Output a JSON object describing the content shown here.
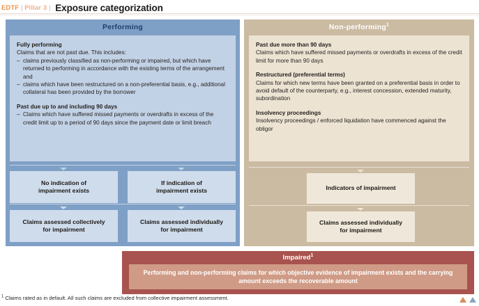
{
  "header": {
    "kicker_edtf": "EDTF",
    "kicker_sep1": " | ",
    "kicker_pillar": "Pillar 3",
    "kicker_sep2": " | ",
    "title": "Exposure categorization"
  },
  "panels": {
    "performing": {
      "title": "Performing",
      "color": "#7fa0c6",
      "body_color": "#c2d2e6",
      "sections": [
        {
          "heading": "Fully performing",
          "intro": "Claims that are not past due. This includes:",
          "bullets": [
            "claims previously classified as non-performing or impaired, but which have returned to performing in accordance with the existing terms of the arrangement and",
            "claims which have been restructured on a non-preferential basis, e.g., additional collateral has been provided by the borrower"
          ]
        },
        {
          "heading": "Past due up to and including 90 days",
          "intro": "",
          "bullets": [
            "Claims which have suffered missed payments or overdrafts in excess of the credit limit up to a period of 90 days since the payment date or limit breach"
          ]
        }
      ],
      "flow": {
        "row1": [
          "No indication of\nimpairment exists",
          "If indication of\nimpairment exists"
        ],
        "row2": [
          "Claims assessed collectively\nfor impairment",
          "Claims assessed individually\nfor impairment"
        ]
      }
    },
    "nonperforming": {
      "title": "Non-performing",
      "title_footnote": "1",
      "color": "#cbbba2",
      "body_color": "#ece3d3",
      "sections": [
        {
          "heading": "Past due more than 90 days",
          "body": "Claims which have suffered missed payments or overdrafts in excess of the credit limit for more than 90 days"
        },
        {
          "heading": "Restructured (preferential terms)",
          "body": "Claims for which new terms have been granted on a preferential basis in order to avoid default of the counterparty, e.g., interest concession, extended maturity, subordination"
        },
        {
          "heading": "Insolvency proceedings",
          "body": "Insolvency proceedings / enforced liquidation have commenced against the obligor"
        }
      ],
      "flow": {
        "row1": "Indicators of impairment",
        "row2": "Claims assessed individually\nfor impairment"
      }
    }
  },
  "impaired": {
    "title": "Impaired",
    "title_footnote": "1",
    "color": "#a8534f",
    "inner_color": "#cf9b86",
    "body": "Performing and non-performing claims for which objective evidence of impairment exists and the carrying amount exceeds the recoverable amount"
  },
  "footnote": {
    "marker": "1",
    "text": " Claims rated as in default. All such claims are excluded from collective impairment assessment."
  },
  "marks": {
    "orange": "#d98b5a",
    "blue": "#8aa3bf"
  }
}
